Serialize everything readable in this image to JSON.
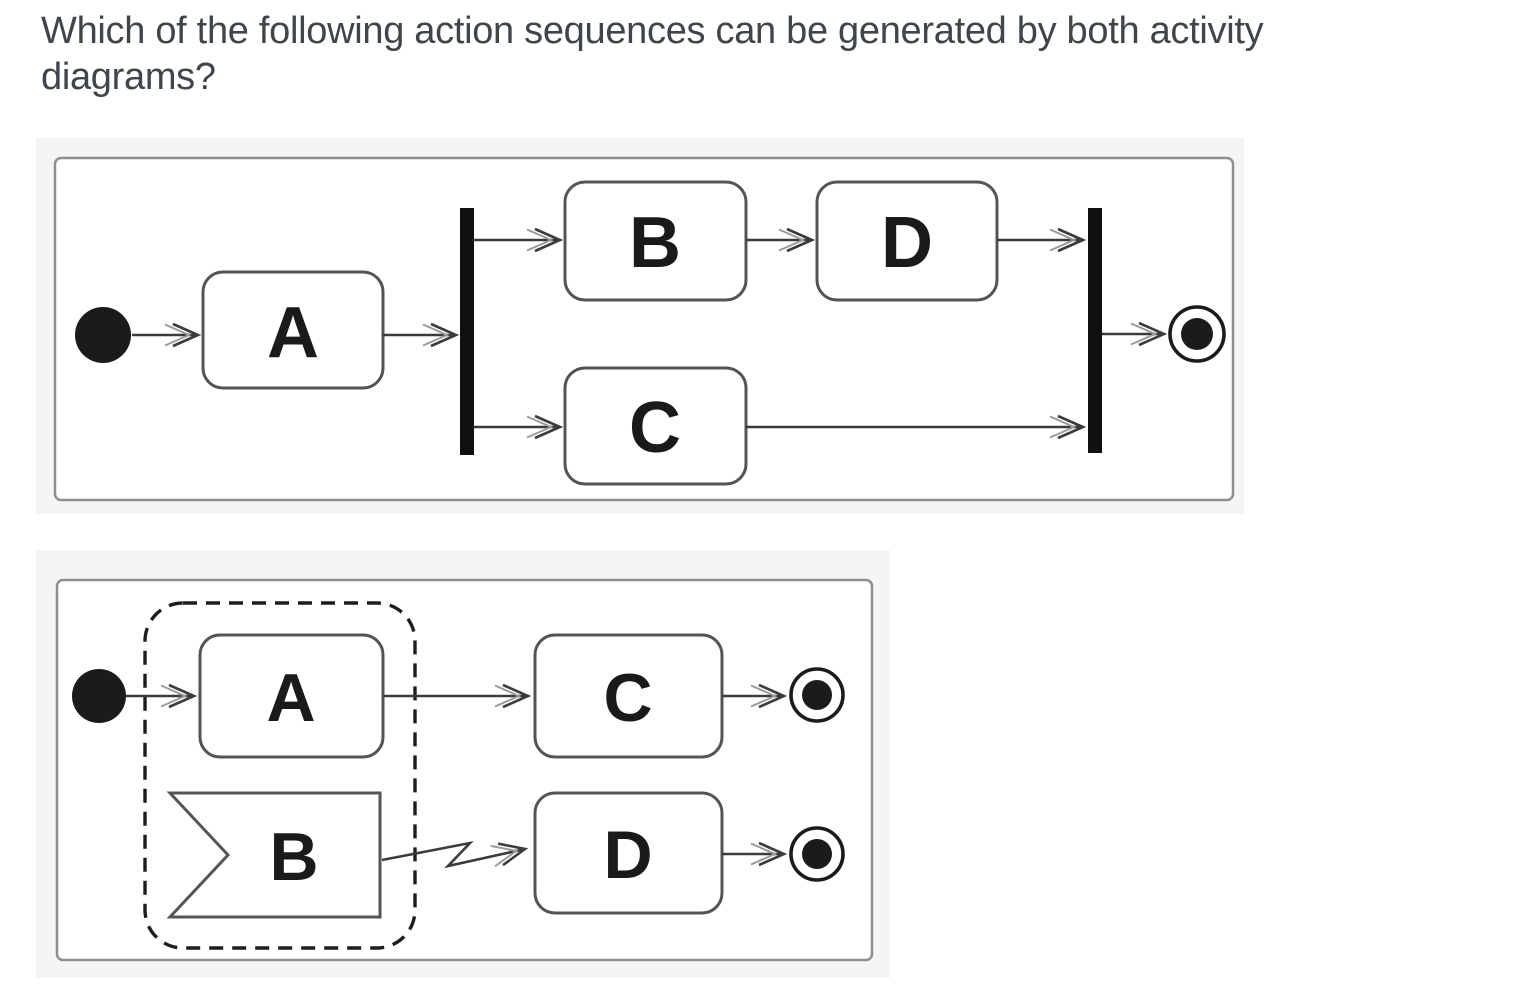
{
  "question": {
    "text": "Which of the following action sequences can be generated by both activity\ndiagrams?"
  },
  "colors": {
    "figure_bg": "#f5f5f4",
    "panel_border": "#8f8f8f",
    "node_border": "#545454",
    "edge": "#3b3b3b",
    "bar_fill": "#101010",
    "node_black_fill": "#1b1b1b",
    "label_text": "#1a1a1a",
    "question_text": "#40454a"
  },
  "icons": {
    "initial_node": "filled-black-circle",
    "final_node": "bullseye-circle",
    "fork_join": "thick-black-vertical-bar",
    "signal_receipt": "concave-flag-pentagon",
    "interrupting_edge": "zigzag-lightning-arrow",
    "interruptible_region": "dashed-rounded-rectangle"
  },
  "diagram1": {
    "node_a": "A",
    "node_b": "B",
    "node_c": "C",
    "node_d": "D"
  },
  "diagram2": {
    "node_a": "A",
    "node_b": "B",
    "node_c": "C",
    "node_d": "D"
  }
}
